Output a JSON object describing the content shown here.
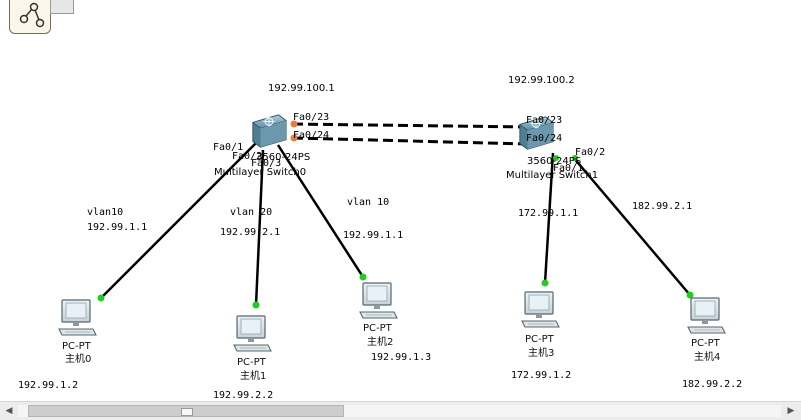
{
  "topology": {
    "switches": [
      {
        "id": "sw0",
        "model": "3560-24PS",
        "name": "Multilayer Switch0",
        "ip": "192.99.100.1",
        "ports": {
          "fa023": "Fa0/23",
          "fa024": "Fa0/24",
          "fa01": "Fa0/1",
          "fa02": "Fa0/2",
          "fa03": "Fa0/3"
        }
      },
      {
        "id": "sw1",
        "model": "3560-24PS",
        "name": "Multilayer Switch1",
        "ip": "192.99.100.2",
        "ports": {
          "fa023": "Fa0/23",
          "fa024": "Fa0/24",
          "fa01": "Fa0/1",
          "fa02": "Fa0/2"
        }
      }
    ],
    "pcs": [
      {
        "id": "pc0",
        "type": "PC-PT",
        "name": "主机0",
        "gateway": "192.99.1.1",
        "ip": "192.99.1.2"
      },
      {
        "id": "pc1",
        "type": "PC-PT",
        "name": "主机1",
        "gateway": "192.99.2.1",
        "ip": "192.99.2.2"
      },
      {
        "id": "pc2",
        "type": "PC-PT",
        "name": "主机2",
        "gateway": "192.99.1.1",
        "ip": "192.99.1.3"
      },
      {
        "id": "pc3",
        "type": "PC-PT",
        "name": "主机3",
        "gateway": "172.99.1.1",
        "ip": "172.99.1.2"
      },
      {
        "id": "pc4",
        "type": "PC-PT",
        "name": "主机4",
        "gateway": "182.99.2.1",
        "ip": "182.99.2.2"
      }
    ],
    "vlan_labels": [
      "vlan10",
      "vlan 20",
      "vlan 10"
    ]
  },
  "colors": {
    "link": "#000000",
    "link_up": "#22cc22",
    "trunk_port": "#e08040",
    "switch_body": "#6f9fb3"
  },
  "icons": [
    "network-tool-icon",
    "switch-icon",
    "pc-icon"
  ]
}
